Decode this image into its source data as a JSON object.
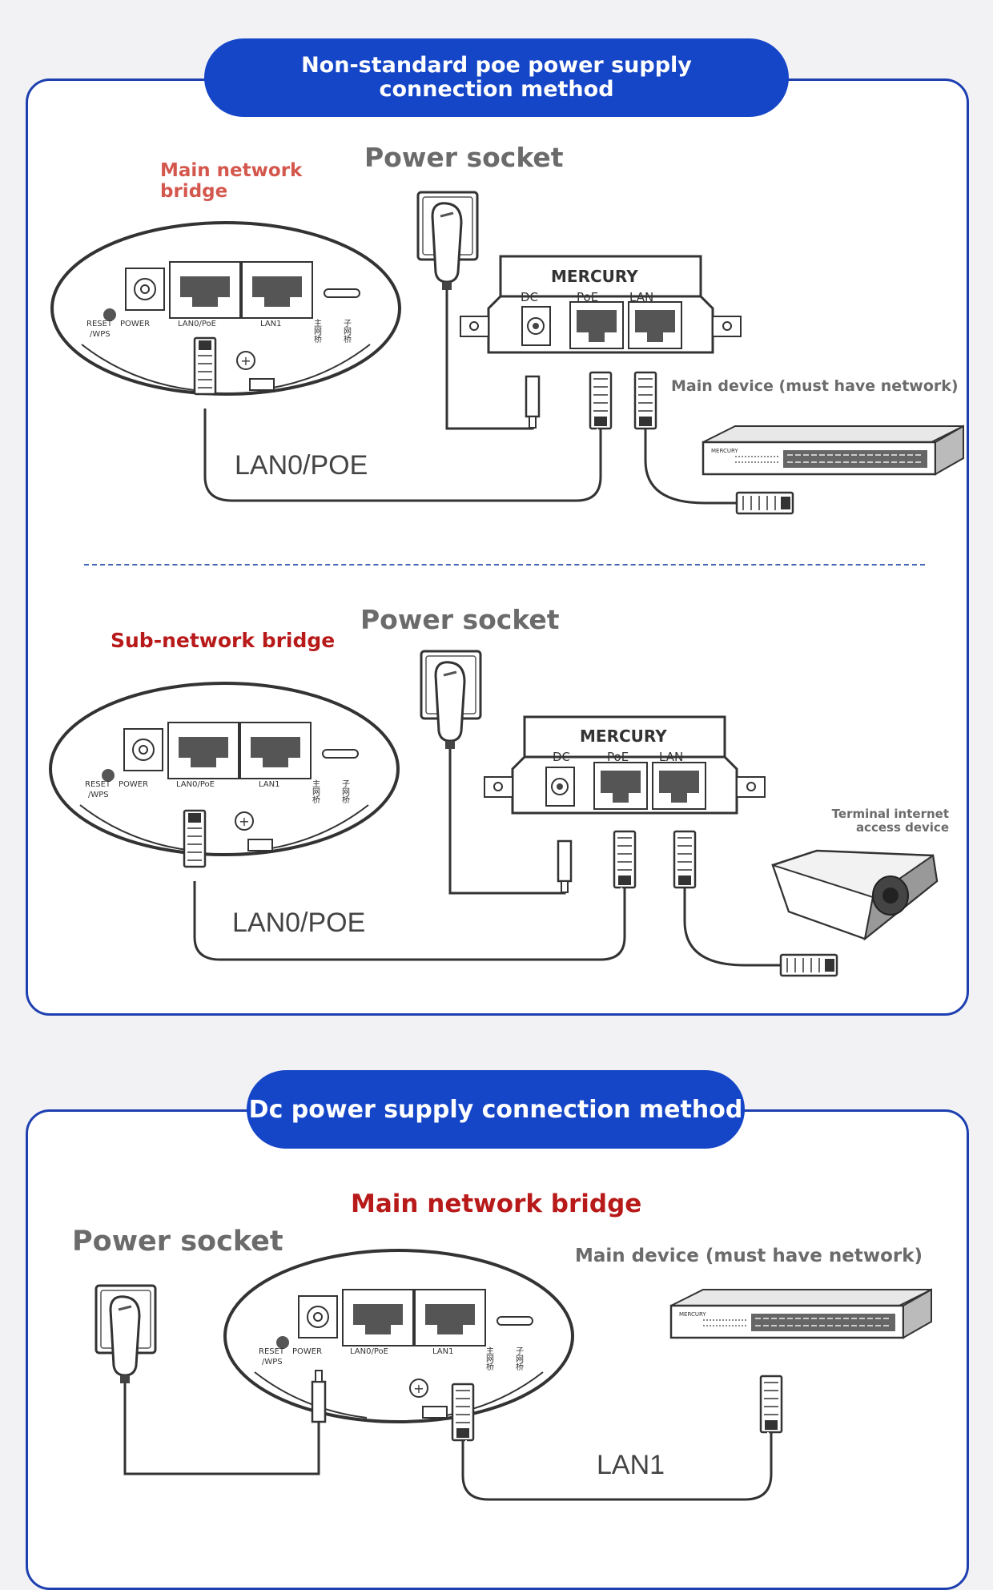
{
  "section1": {
    "title": "Non-standard poe power supply connection method",
    "diagram1": {
      "bridge_label": "Main network bridge",
      "socket_label": "Power socket",
      "device_label": "Main device (must have network)",
      "cable_label": "LAN0/POE"
    },
    "diagram2": {
      "bridge_label": "Sub-network bridge",
      "socket_label": "Power socket",
      "device_label": "Terminal internet access device",
      "cable_label": "LAN0/POE"
    }
  },
  "section2": {
    "title": "Dc power supply connection method",
    "bridge_label": "Main network bridge",
    "socket_label": "Power socket",
    "device_label": "Main device (must have network)",
    "cable_label": "LAN1"
  },
  "device_text": {
    "reset": "RESET",
    "wps": "/WPS",
    "power": "POWER",
    "lan0": "LAN0/PoE",
    "lan1": "LAN1",
    "main_bridge_cn": "主网桥",
    "sub_bridge_cn": "子网桥",
    "brand": "MERCURY",
    "dc": "DC",
    "poe": "PoE",
    "lan": "LAN",
    "switch_brand": "MERCURY"
  },
  "colors": {
    "accent_blue": "#1646c8",
    "border_blue": "#1d3fb0",
    "label_red": "#b81a1a",
    "label_salmon": "#d4574d",
    "label_gray": "#6b6b6b"
  }
}
